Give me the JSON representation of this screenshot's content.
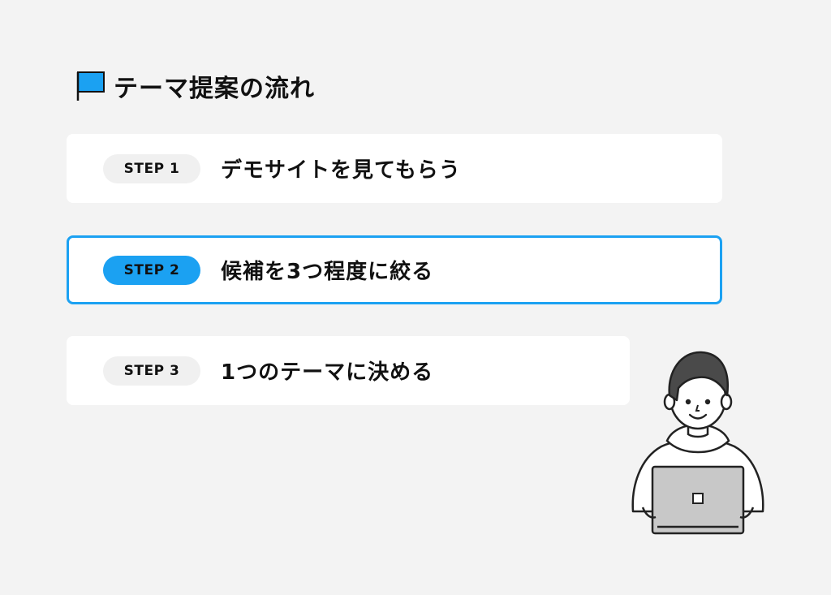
{
  "heading": {
    "icon": "flag-icon",
    "title": "テーマ提案の流れ"
  },
  "steps": [
    {
      "badge": "STEP 1",
      "text": "デモサイトを見てもらう",
      "active": false
    },
    {
      "badge": "STEP 2",
      "text": "候補を3つ程度に絞る",
      "active": true
    },
    {
      "badge": "STEP 3",
      "text": "1つのテーマに決める",
      "active": false
    }
  ],
  "illustration": {
    "icon": "person-with-laptop-icon"
  },
  "colors": {
    "accent": "#1ba1f2",
    "background": "#f3f3f3",
    "card": "#ffffff",
    "badge_inactive": "#f0f0f0"
  }
}
